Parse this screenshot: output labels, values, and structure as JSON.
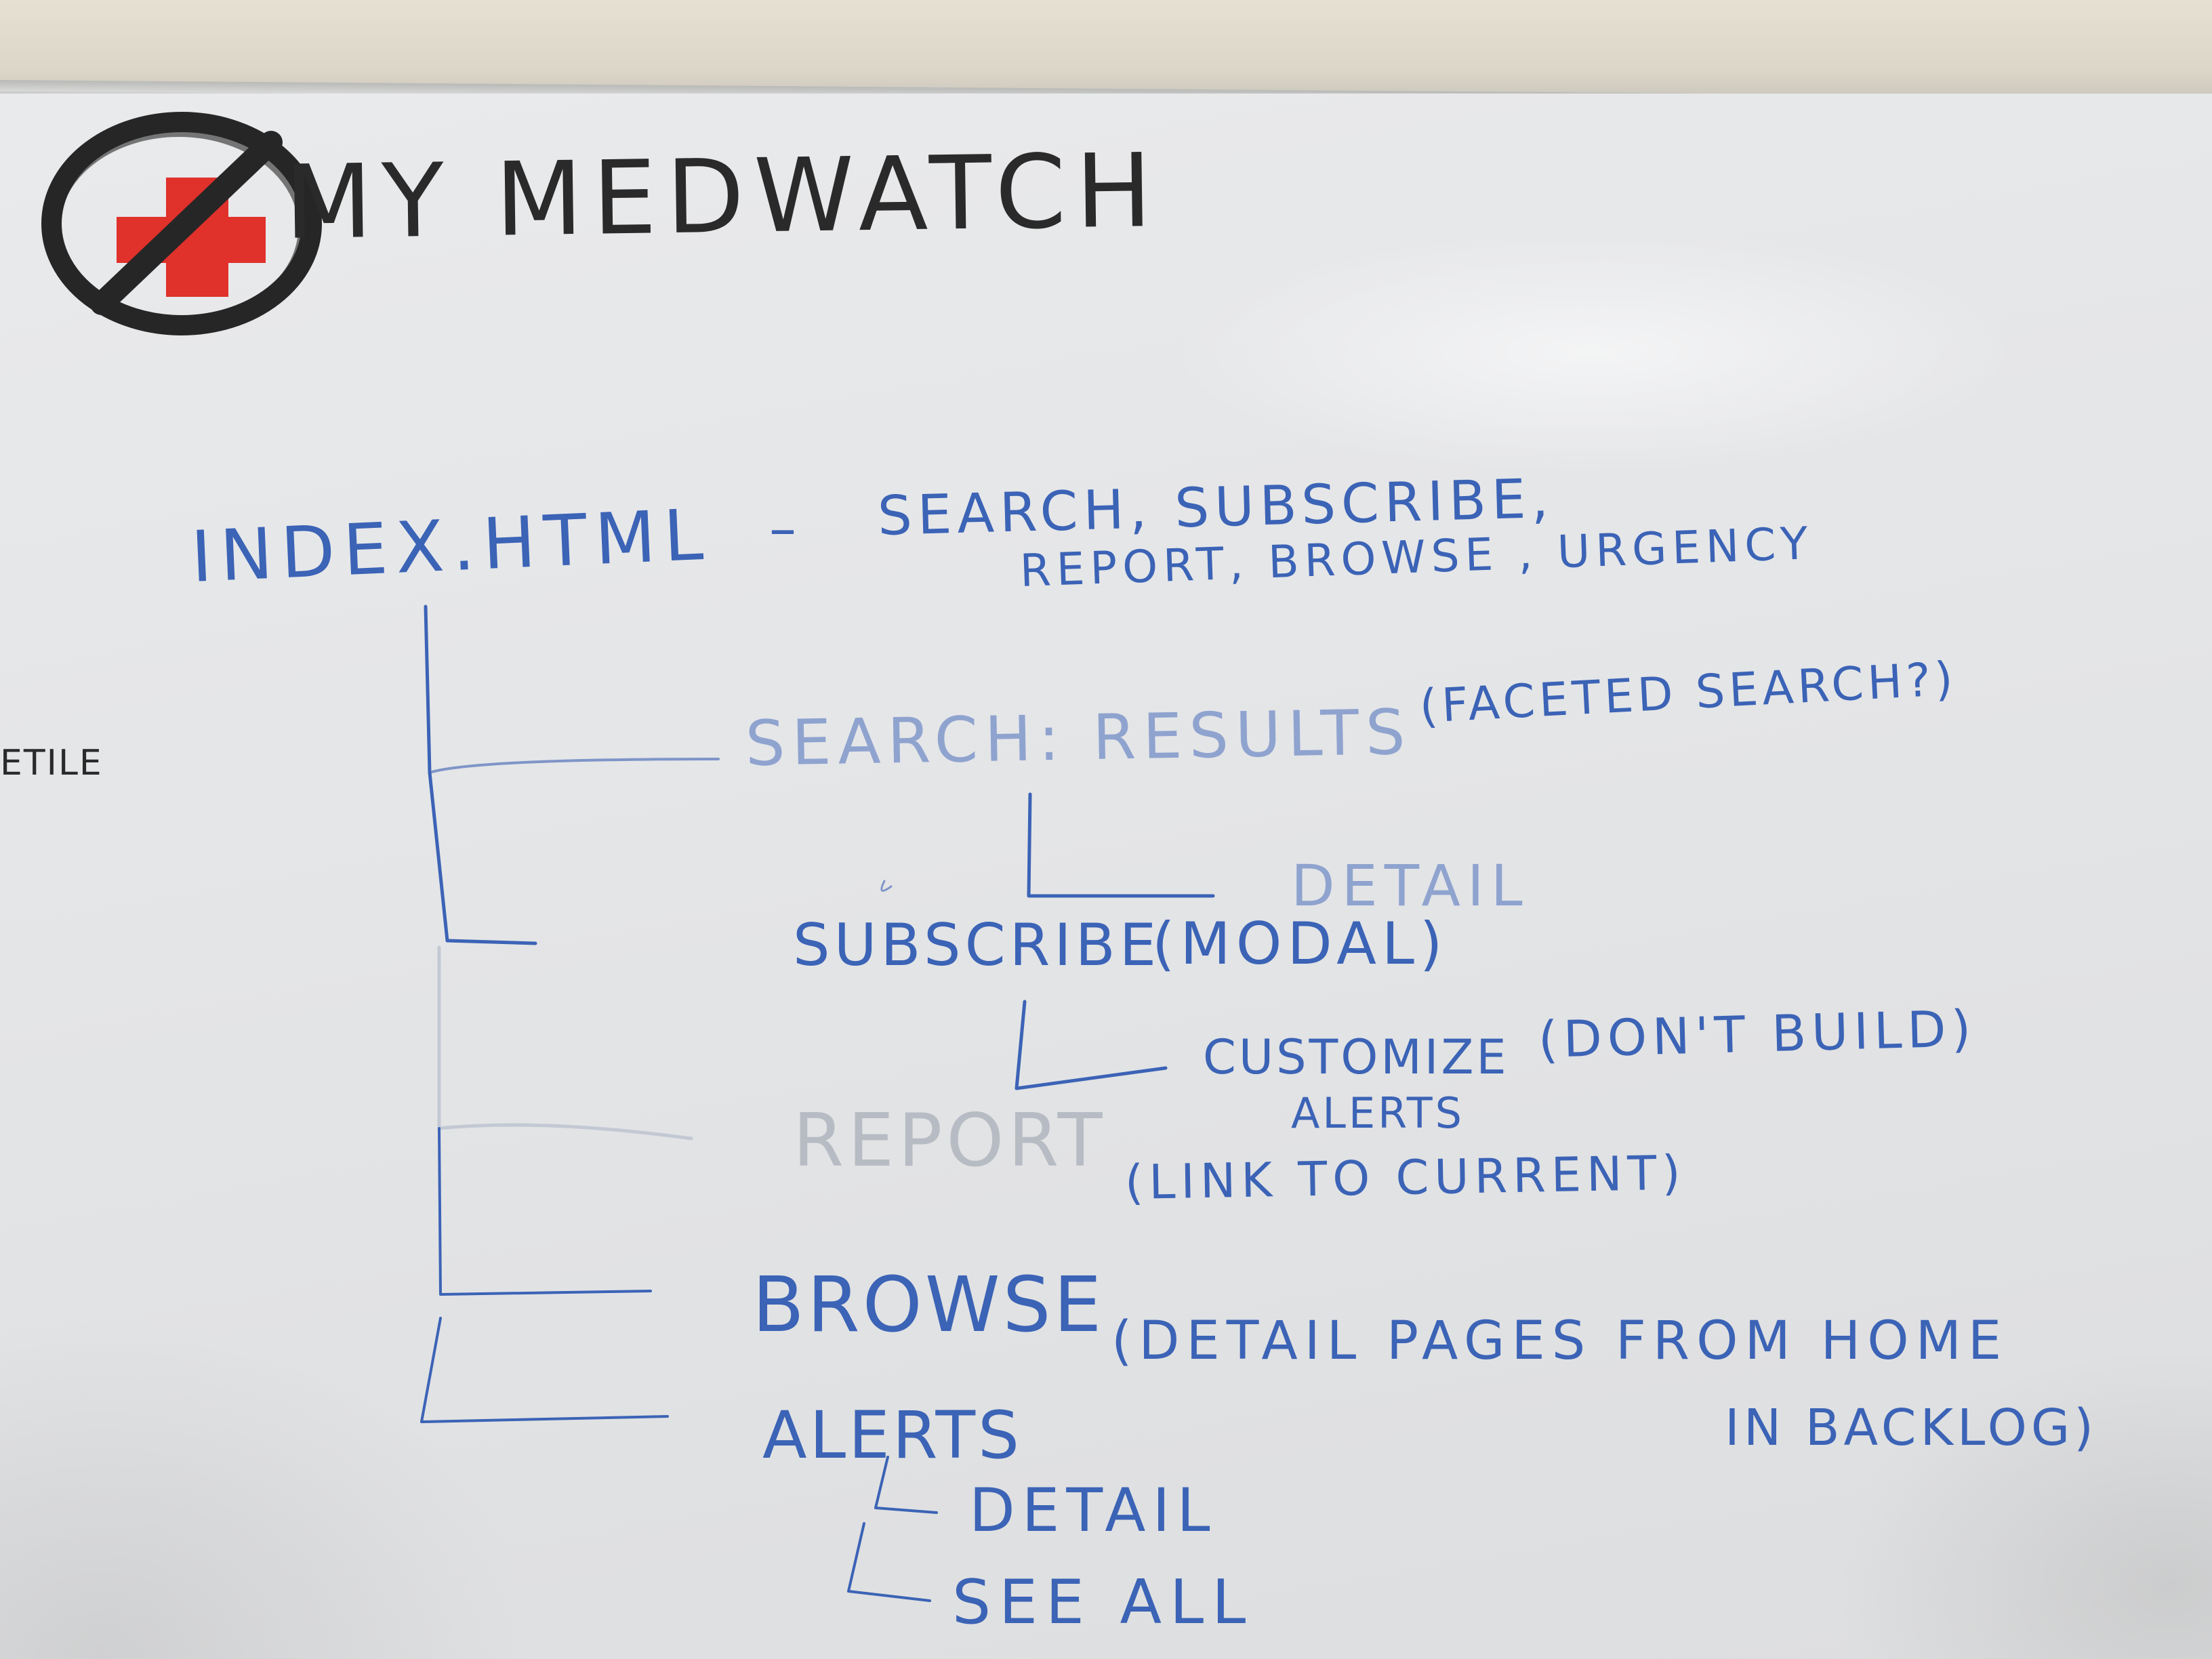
{
  "whiteboard": {
    "title": "MY MEDWATCH",
    "margin_fragment": "ETILE",
    "root": {
      "label": "INDEX.HTML",
      "dash": "–"
    },
    "root_features": {
      "line1": "SEARCH, SUBSCRIBE,",
      "line2": "REPORT, BROWSE , URGENCY"
    },
    "search_results": {
      "label": "SEARCH: RESULTS",
      "note": "(FACETED SEARCH?)"
    },
    "search_detail": "DETAIL",
    "subscribe": {
      "label": "SUBSCRIBE",
      "note": "(MODAL)"
    },
    "customize": {
      "line1": "CUSTOMIZE",
      "line2": "ALERTS",
      "note": "(DON'T BUILD)"
    },
    "report": {
      "label": "REPORT",
      "note": "(LINK TO CURRENT)"
    },
    "browse": {
      "label": "BROWSE",
      "note_line1": "(DETAIL PAGES FROM HOME",
      "note_line2": "IN BACKLOG)"
    },
    "alerts": {
      "label": "ALERTS",
      "child1": "DETAIL",
      "child2": "SEE ALL"
    }
  },
  "colors": {
    "marker_black": "#2a2a2a",
    "marker_blue": "#3b63b6",
    "marker_red": "#e0312b",
    "board_white": "#e6e7e9"
  },
  "icons": [
    "no-symbol-icon",
    "red-cross-icon"
  ]
}
